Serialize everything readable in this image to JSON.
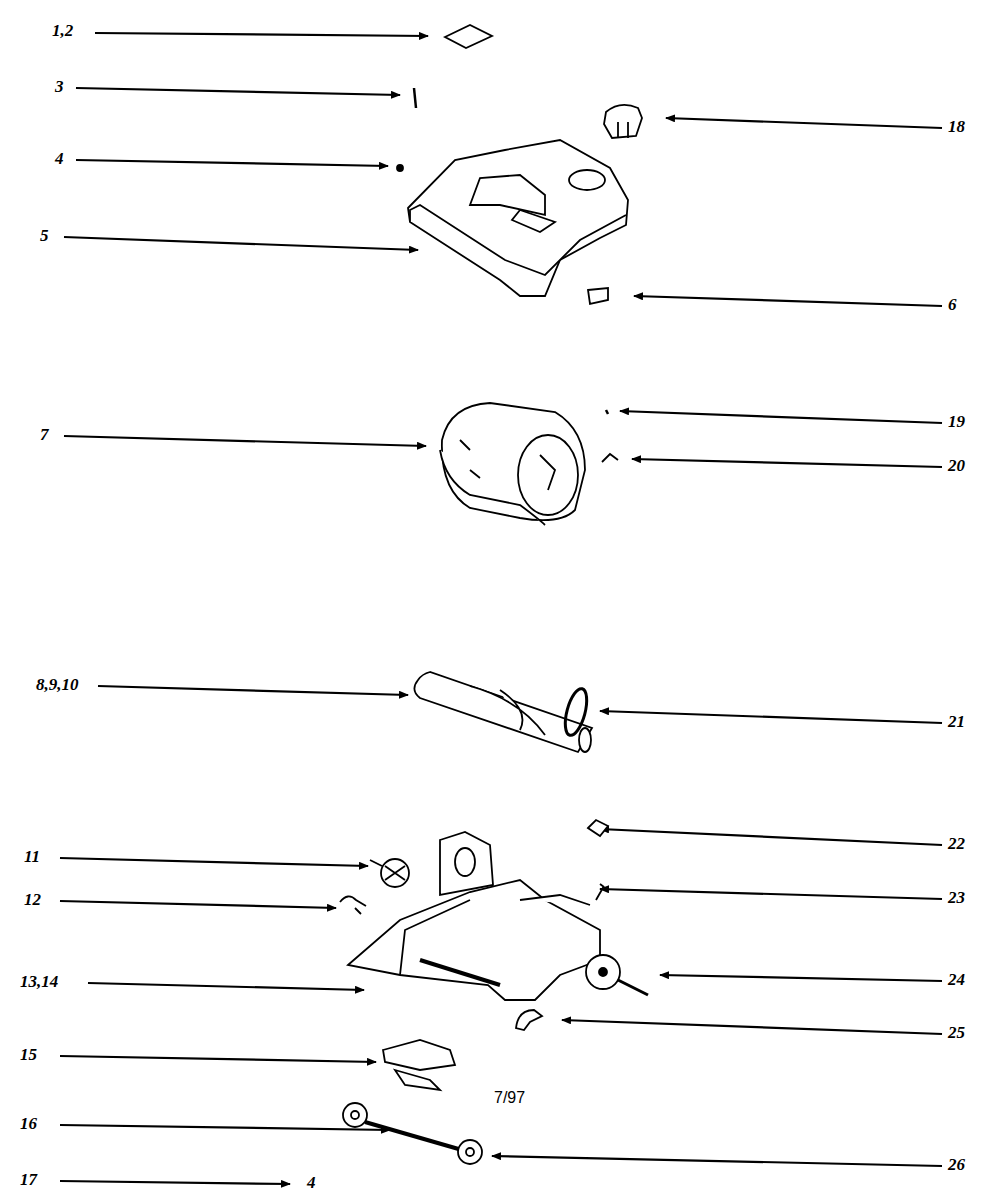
{
  "diagram": {
    "labels": [
      "1,2",
      "3",
      "4",
      "5",
      "7",
      "8,9,10",
      "11",
      "12",
      "13,14",
      "15",
      "16",
      "17",
      "18",
      "6",
      "19",
      "20",
      "21",
      "22",
      "23",
      "24",
      "25",
      "26",
      "7/97",
      "4"
    ]
  }
}
